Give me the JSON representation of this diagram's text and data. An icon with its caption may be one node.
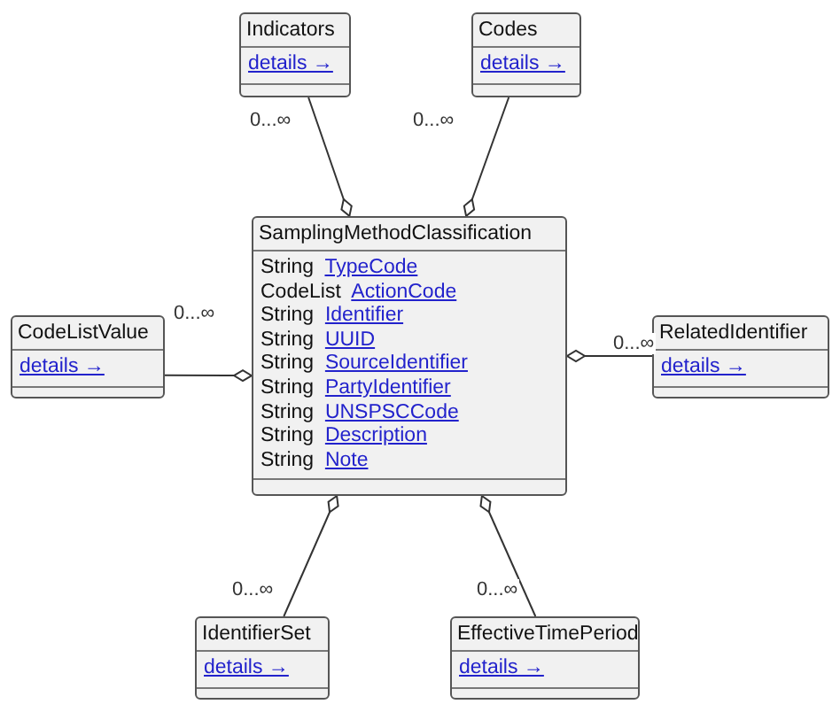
{
  "diagram": {
    "nodes": [
      {
        "text": [
          "Indicators",
          "details →"
        ]
      },
      {
        "text": [
          "Codes",
          "details →"
        ]
      },
      {
        "text": [
          "SamplingMethodClassification",
          "String TypeCode",
          "CodeList ActionCode",
          "String Identifier",
          "String UUID",
          "String SourceIdentifier",
          "String PartyIdentifier",
          "String UNSPSCCode",
          "String Description",
          "String Note"
        ]
      },
      {
        "text": [
          "CodeListValue",
          "details →"
        ]
      },
      {
        "text": [
          "RelatedIdentifier",
          "details →"
        ]
      },
      {
        "text": [
          "IdentifierSet",
          "details →"
        ]
      },
      {
        "text": [
          "EffectiveTimePeriod",
          "details →"
        ]
      }
    ],
    "edges": [
      {
        "from": 0,
        "to": 2,
        "arrow": "other",
        "label": "0...∞"
      },
      {
        "from": 1,
        "to": 2,
        "arrow": "other",
        "label": "0...∞"
      },
      {
        "from": 3,
        "to": 2,
        "arrow": "other",
        "label": "0...∞"
      },
      {
        "from": 4,
        "to": 2,
        "arrow": "other",
        "label": "0...∞"
      },
      {
        "from": 5,
        "to": 2,
        "arrow": "other",
        "label": "0...∞"
      },
      {
        "from": 6,
        "to": 2,
        "arrow": "other",
        "label": "0...∞"
      }
    ]
  }
}
